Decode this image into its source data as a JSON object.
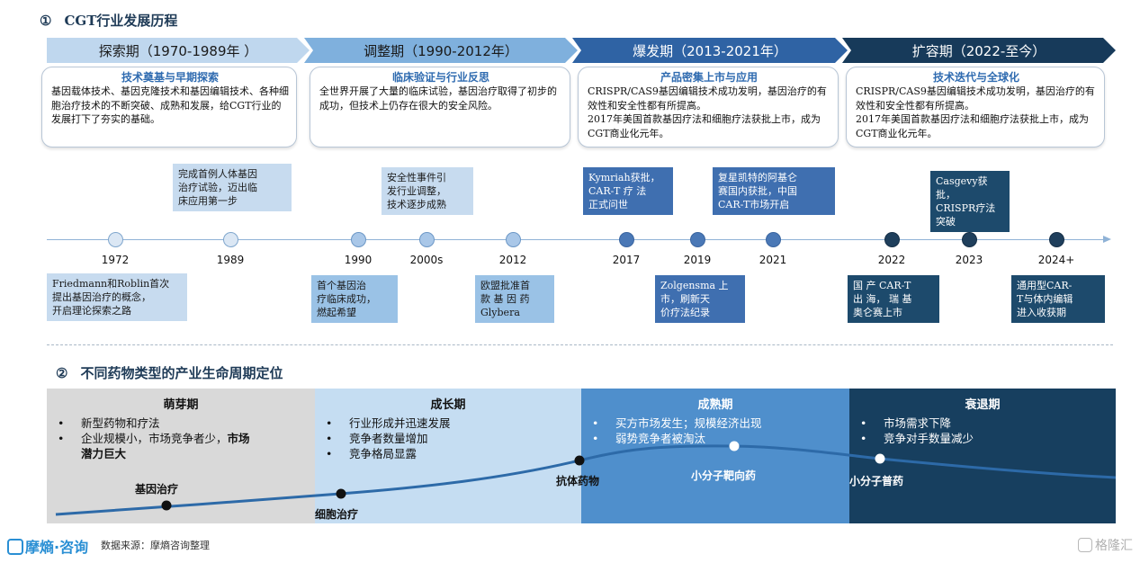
{
  "section1": {
    "num": "①",
    "title": "CGT行业发展历程"
  },
  "eras": [
    {
      "label": "探索期（1970-1989年 ）",
      "box_title": "技术奠基与早期探索",
      "box_body": "基因载体技术、基因克隆技术和基因编辑技术、各种细胞治疗技术的不断突破、成熟和发展，给CGT行业的发展打下了夯实的基础。"
    },
    {
      "label": "调整期（1990-2012年）",
      "box_title": "临床验证与行业反思",
      "box_body": "全世界开展了大量的临床试验，基因治疗取得了初步的成功，但技术上仍存在很大的安全风险。"
    },
    {
      "label": "爆发期（2013-2021年）",
      "box_title": "产品密集上市与应用",
      "box_body": "CRISPR/CAS9基因编辑技术成功发明，基因治疗的有效性和安全性都有所提高。\n2017年美国首款基因疗法和细胞疗法获批上市，成为CGT商业化元年。"
    },
    {
      "label": "扩容期（2022-至今）",
      "box_title": "技术迭代与全球化",
      "box_body": "CRISPR/CAS9基因编辑技术成功发明，基因治疗的有效性和安全性都有所提高。\n2017年美国首款基因疗法和细胞疗法获批上市，成为CGT商业化元年。"
    }
  ],
  "timeline": {
    "years": [
      "1972",
      "1989",
      "1990",
      "2000s",
      "2012",
      "2017",
      "2019",
      "2021",
      "2022",
      "2023",
      "2024+"
    ],
    "events_top": [
      "完成首例人体基因\n治疗试验，迈出临\n床应用第一步",
      "安全性事件引\n发行业调整，\n技术逐步成熟",
      "Kymriah获批，\nCAR-T 疗 法\n正式问世",
      "复星凯特的阿基仑\n赛国内获批，中国\nCAR-T市场开启",
      "Casgevy获批，\nCRISPR疗法\n突破"
    ],
    "events_bottom": [
      "Friedmann和Roblin首次\n提出基因治疗的概念，\n开启理论探索之路",
      "首个基因治\n疗临床成功，\n燃起希望",
      "欧盟批准首\n款 基 因 药\nGlybera",
      "Zolgensma 上\n市，刷新天\n价疗法纪录",
      "国 产 CAR-T\n出 海， 瑞 基\n奥仑赛上市",
      "通用型CAR-\nT与体内编辑\n进入收获期"
    ]
  },
  "section2": {
    "num": "②",
    "title": "不同药物类型的产业生命周期定位"
  },
  "stages": [
    {
      "title": "萌芽期",
      "bullets": [
        "新型药物和疗法",
        "企业规模小，市场竞争者少，",
        "潜力巨大"
      ],
      "bold_tail": "市场"
    },
    {
      "title": "成长期",
      "bullets": [
        "行业形成并迅速发展",
        "竞争者数量增加",
        "竞争格局显露"
      ]
    },
    {
      "title": "成熟期",
      "bullets": [
        "买方市场发生；规模经济出现",
        "弱势竞争者被淘汰"
      ]
    },
    {
      "title": "衰退期",
      "bullets": [
        "市场需求下降",
        "竞争对手数量减少"
      ]
    }
  ],
  "curve_labels": [
    "基因治疗",
    "细胞治疗",
    "抗体药物",
    "小分子靶向药",
    "小分子普药"
  ],
  "footer": {
    "brand": "摩熵·咨询",
    "source": "数据来源：摩熵咨询整理",
    "watermark": "格隆汇"
  },
  "colors": {
    "era1": "#bfd7ee",
    "era2": "#7fb0dd",
    "era3": "#2f63a4",
    "era4": "#173a5a"
  }
}
